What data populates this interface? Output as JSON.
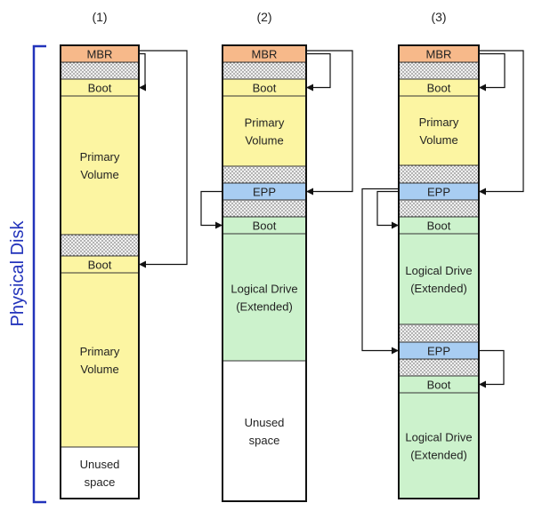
{
  "side_label": "Physical Disk",
  "colors": {
    "mbr": "#f7b98a",
    "primary": "#fcf5a2",
    "logical": "#ccf2cc",
    "epp": "#a8cdf2",
    "unused": "#ffffff",
    "gap": "#d8d8d8",
    "bracket": "#2233bb",
    "line": "#111111"
  },
  "columns": [
    {
      "label": "(1)",
      "segments": [
        {
          "kind": "mbr",
          "lines": [
            "MBR"
          ]
        },
        {
          "kind": "gap",
          "lines": []
        },
        {
          "kind": "primary",
          "lines": [
            "Boot"
          ]
        },
        {
          "kind": "primary",
          "lines": [
            "Primary",
            "Volume"
          ]
        },
        {
          "kind": "gap",
          "lines": []
        },
        {
          "kind": "primary",
          "lines": [
            "Boot"
          ]
        },
        {
          "kind": "primary",
          "lines": [
            "Primary",
            "Volume"
          ]
        },
        {
          "kind": "unused",
          "lines": [
            "Unused",
            "space"
          ]
        }
      ]
    },
    {
      "label": "(2)",
      "segments": [
        {
          "kind": "mbr",
          "lines": [
            "MBR"
          ]
        },
        {
          "kind": "gap",
          "lines": []
        },
        {
          "kind": "primary",
          "lines": [
            "Boot"
          ]
        },
        {
          "kind": "primary",
          "lines": [
            "Primary",
            "Volume"
          ]
        },
        {
          "kind": "gap",
          "lines": []
        },
        {
          "kind": "epp",
          "lines": [
            "EPP"
          ]
        },
        {
          "kind": "gap",
          "lines": []
        },
        {
          "kind": "logical",
          "lines": [
            "Boot"
          ]
        },
        {
          "kind": "logical",
          "lines": [
            "Logical Drive",
            "(Extended)"
          ]
        },
        {
          "kind": "unused",
          "lines": [
            "Unused",
            "space"
          ]
        }
      ]
    },
    {
      "label": "(3)",
      "segments": [
        {
          "kind": "mbr",
          "lines": [
            "MBR"
          ]
        },
        {
          "kind": "gap",
          "lines": []
        },
        {
          "kind": "primary",
          "lines": [
            "Boot"
          ]
        },
        {
          "kind": "primary",
          "lines": [
            "Primary",
            "Volume"
          ]
        },
        {
          "kind": "gap",
          "lines": []
        },
        {
          "kind": "epp",
          "lines": [
            "EPP"
          ]
        },
        {
          "kind": "gap",
          "lines": []
        },
        {
          "kind": "logical",
          "lines": [
            "Boot"
          ]
        },
        {
          "kind": "logical",
          "lines": [
            "Logical Drive",
            "(Extended)"
          ]
        },
        {
          "kind": "gap",
          "lines": []
        },
        {
          "kind": "epp",
          "lines": [
            "EPP"
          ]
        },
        {
          "kind": "gap",
          "lines": []
        },
        {
          "kind": "logical",
          "lines": [
            "Boot"
          ]
        },
        {
          "kind": "logical",
          "lines": [
            "Logical Drive",
            "(Extended)"
          ]
        }
      ]
    }
  ]
}
